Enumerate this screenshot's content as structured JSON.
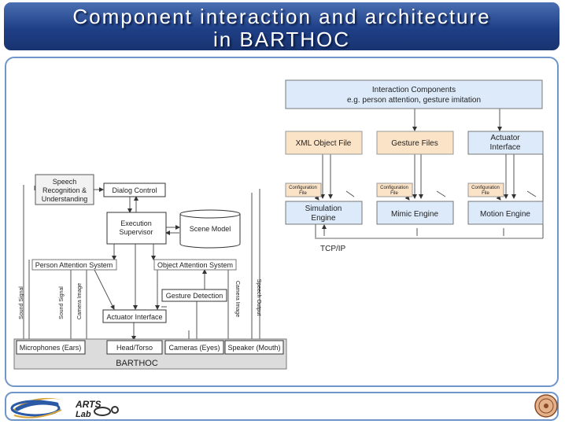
{
  "title": "Component interaction and architecture\nin BARTHOC",
  "left_diagram": {
    "speech_recognition": [
      "Speech",
      "Recognition &",
      "Understanding"
    ],
    "dialog_control": "Dialog Control",
    "execution_supervisor": [
      "Execution",
      "Supervisor"
    ],
    "scene_model": "Scene Model",
    "person_attention": "Person Attention System",
    "object_attention": "Object Attention System",
    "gesture_detection": "Gesture Detection",
    "actuator_interface": "Actuator Interface",
    "microphones": "Microphones (Ears)",
    "head_torso": "Head/Torso",
    "cameras": "Cameras (Eyes)",
    "speaker": "Speaker (Mouth)",
    "barthoc": "BARTHOC",
    "signal_sound_1": "Sound Signal",
    "signal_sound_2": "Sound Signal",
    "signal_camera_1": "Camera Image",
    "signal_camera_2": "Camera Image",
    "signal_speech_output": "Speech Output"
  },
  "right_diagram": {
    "interaction_components": [
      "Interaction Components",
      "e.g. person attention, gesture imitation"
    ],
    "xml_object_file": "XML Object File",
    "gesture_files": "Gesture Files",
    "actuator_interface": [
      "Actuator",
      "Interface"
    ],
    "configuration_file": [
      "Configuration",
      "File"
    ],
    "simulation_engine": [
      "Simulation",
      "Engine"
    ],
    "mimic_engine": "Mimic Engine",
    "motion_engine": "Motion Engine",
    "tcp_ip": "TCP/IP"
  },
  "footer": {
    "arts_lab": [
      "ARTS",
      "Lab"
    ]
  },
  "colors": {
    "title_bar": "#1f3f86",
    "panel_border": "#6f95c9",
    "box_blue": "#dceafa",
    "box_orange": "#fbe3c7",
    "box_grey": "#e7e7e7"
  }
}
